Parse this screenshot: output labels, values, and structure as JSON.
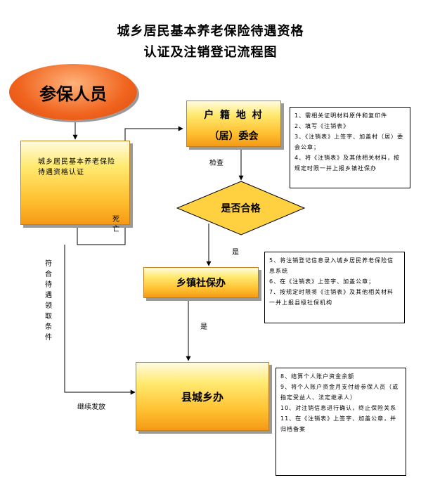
{
  "title": {
    "line1": "城乡居民基本养老保险待遇资格",
    "line2": "认证及注销登记流程图"
  },
  "nodes": {
    "participant": "参保人员",
    "certification": "城乡居民基本养老保险待遇资格认证",
    "village_line1": "户 籍 地 村",
    "village_line2": "（居）委会",
    "qualified": "是否合格",
    "township": "乡镇社保办",
    "county": "县城乡办"
  },
  "labels": {
    "check": "检查",
    "death": "死亡",
    "yes1": "是",
    "yes2": "是",
    "eligible": "符合待遇领取条件",
    "continue": "继续发放"
  },
  "notes": {
    "village": [
      "1、需相关证明材料原件和复印件",
      "2、填写《注销表》",
      "3、《注销表》上签字、加盖村（居）委会公章；",
      "4、将《注销表》及其他相关材料，按规定时限一并上报乡镇社保办"
    ],
    "township": [
      "5、将注销登记信息录入城乡居民养老保险信息系统",
      "6、在《注销表》上签字、加盖公章；",
      "7、按规定时限将《注销表》及其他相关材料一并上报县级社保机构"
    ],
    "county": [
      "8、结算个人账户资金余额",
      "9、将个人账户资金月支付给参保人员（或指定受益人、法定继承人）",
      "10、对注销信息进行确认，终止保险关系",
      "11、在《注销表》上签字、加盖公章，并归档备案"
    ]
  },
  "colors": {
    "ellipse_fill": "#f0641e",
    "box_fill": "#ffc132",
    "diamond_fill": "#ffd040",
    "line": "#000000",
    "shadow": "#9a9a9a"
  }
}
